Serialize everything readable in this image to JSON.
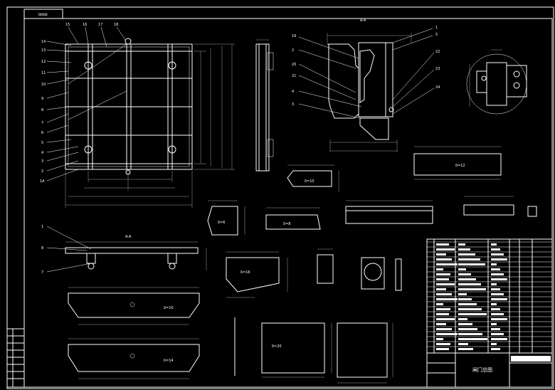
{
  "drawing": {
    "corner_tag": "bbbb",
    "callouts_left": [
      "14",
      "13",
      "12",
      "11",
      "10",
      "9",
      "8",
      "7",
      "6",
      "5",
      "4",
      "3",
      "2",
      "1A"
    ],
    "callouts_top": [
      "15",
      "16",
      "17",
      "18"
    ],
    "callouts_section": [
      "19",
      "2",
      "20",
      "21",
      "4",
      "3"
    ],
    "callouts_section_right": [
      "1",
      "5",
      "22",
      "23",
      "24"
    ],
    "section_label": "A-A",
    "front_label": "A-A",
    "front_callouts": [
      "1",
      "8",
      "7"
    ],
    "detail_plate_labels": [
      "δ=10",
      "δ=12",
      "δ=6",
      "δ=8",
      "δ=10",
      "δ=14",
      "δ=16",
      "δ=20"
    ],
    "title_block_title": "闸门总图"
  },
  "colors": {
    "background": "#000000",
    "line": "#ffffff"
  }
}
